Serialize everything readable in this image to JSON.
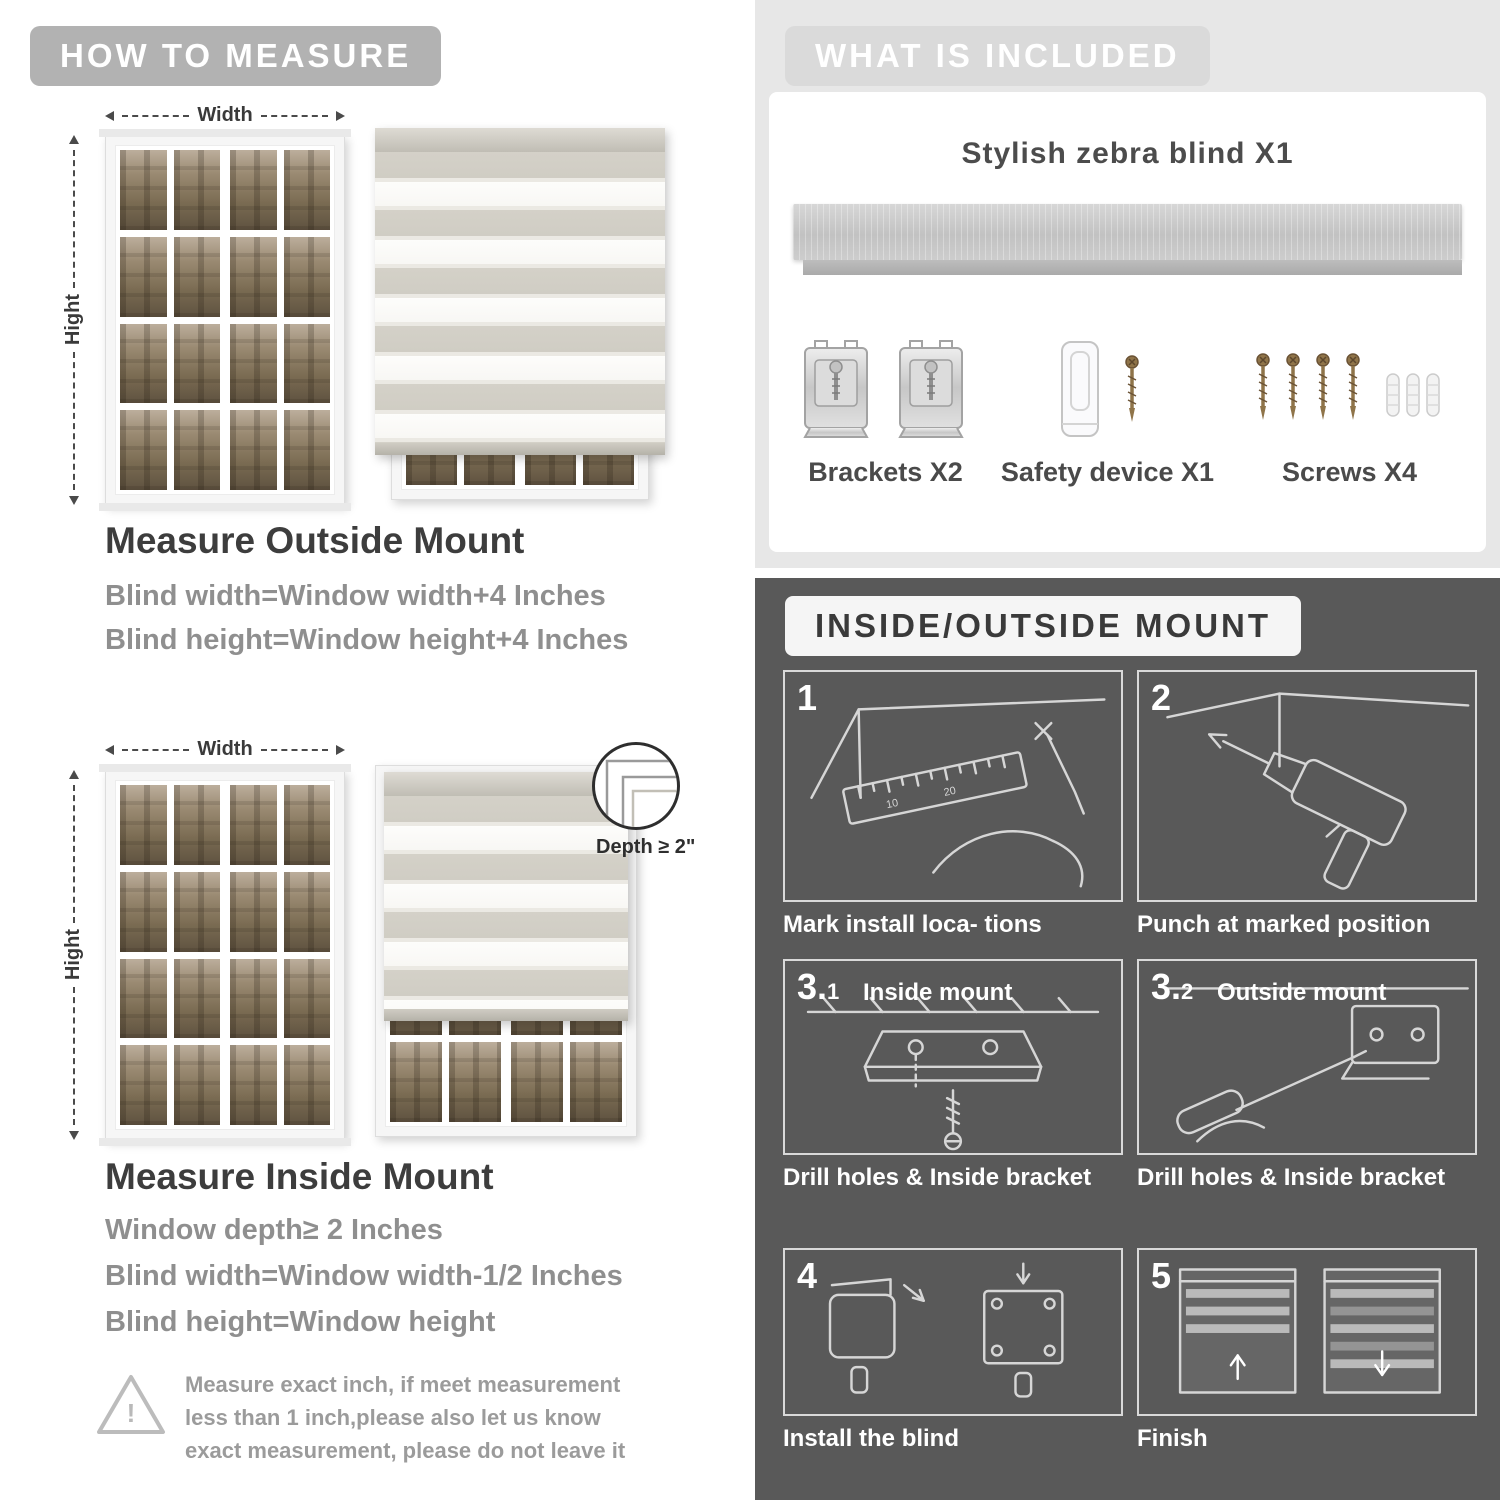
{
  "colors": {
    "header_pill": "#b2b2b2",
    "light_section": "#e7e7e7",
    "dark_section": "#595959",
    "heading_text": "#3d3d3d",
    "body_text": "#8f8f8f"
  },
  "measure": {
    "header": "HOW TO MEASURE",
    "outside": {
      "width_label": "Width",
      "height_label": "Hight",
      "title": "Measure Outside Mount",
      "lines": [
        "Blind width=Window width+4 Inches",
        "Blind height=Window height+4 Inches"
      ]
    },
    "inside": {
      "width_label": "Width",
      "height_label": "Hight",
      "depth_label": "Depth ≥ 2\"",
      "title": "Measure Inside Mount",
      "lines": [
        "Window depth≥ 2 Inches",
        "Blind width=Window width-1/2 Inches",
        "Blind height=Window height"
      ]
    },
    "note": "Measure exact inch, if meet measurement less than 1 inch,please also let us know exact measurement, please do not leave it",
    "note_icon_glyph": "!"
  },
  "included": {
    "header": "WHAT IS INCLUDED",
    "product": "Stylish zebra blind X1",
    "items": [
      {
        "label": "Brackets X2",
        "icon": "brackets-icon"
      },
      {
        "label": "Safety device X1",
        "icon": "safety-device-icon"
      },
      {
        "label": "Screws X4",
        "icon": "screws-icon"
      }
    ]
  },
  "mount": {
    "header": "INSIDE/OUTSIDE MOUNT",
    "steps": [
      {
        "num": "1",
        "sub": "",
        "inline": "",
        "caption": "Mark install loca- tions",
        "ruler_ticks": [
          "10",
          "20"
        ]
      },
      {
        "num": "2",
        "sub": "",
        "inline": "",
        "caption": "Punch at  marked position"
      },
      {
        "num": "3.",
        "sub": "1",
        "inline": "Inside mount",
        "caption": "Drill holes &  Inside bracket"
      },
      {
        "num": "3.",
        "sub": "2",
        "inline": "Outside mount",
        "caption": "Drill holes &  Inside bracket"
      },
      {
        "num": "4",
        "sub": "",
        "inline": "",
        "caption": "Install the blind"
      },
      {
        "num": "5",
        "sub": "",
        "inline": "",
        "caption": "Finish"
      }
    ]
  }
}
